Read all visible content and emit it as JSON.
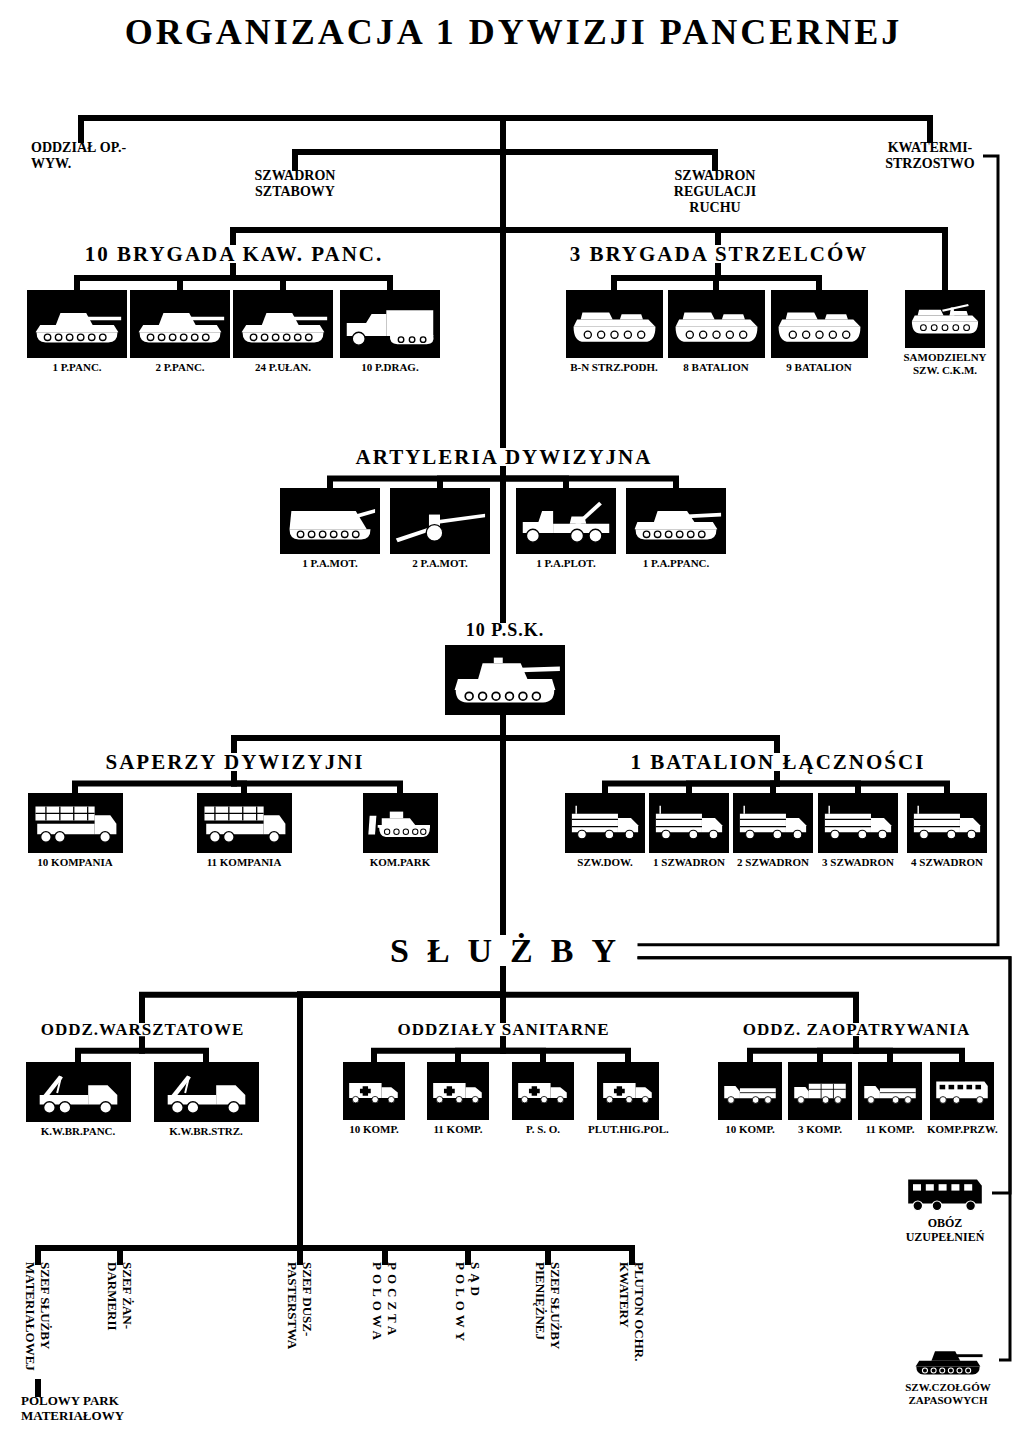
{
  "diagram": {
    "title": "ORGANIZACJA 1 DYWIZJI PANCERNEJ",
    "nodes": [
      {
        "text": [
          "ODDZIAŁ OP.-WYW."
        ]
      },
      {
        "text": [
          "SZWADRON SZTABOWY"
        ]
      },
      {
        "text": [
          "SZWADRON REGULACJI RUCHU"
        ]
      },
      {
        "text": [
          "KWATERMI- STRZOSTWO"
        ]
      },
      {
        "text": [
          "10 BRYGADA KAW. PANC."
        ]
      },
      {
        "text": [
          "1 P.PANC."
        ]
      },
      {
        "text": [
          "2 P.PANC."
        ]
      },
      {
        "text": [
          "24 P.UŁAN."
        ]
      },
      {
        "text": [
          "10 P.DRAG."
        ]
      },
      {
        "text": [
          "3 BRYGADA STRZELCÓW"
        ]
      },
      {
        "text": [
          "B-N STRZ.PODH."
        ]
      },
      {
        "text": [
          "8 BATALION"
        ]
      },
      {
        "text": [
          "9 BATALION"
        ]
      },
      {
        "text": [
          "SAMODZIELNY SZW. C.K.M."
        ]
      },
      {
        "text": [
          "ARTYLERIA DYWIZYJNA"
        ]
      },
      {
        "text": [
          "1 P.A.MOT."
        ]
      },
      {
        "text": [
          "2 P.A.MOT."
        ]
      },
      {
        "text": [
          "1 P.A.PLOT."
        ]
      },
      {
        "text": [
          "1 P.A.PPANC."
        ]
      },
      {
        "text": [
          "10 P.S.K."
        ]
      },
      {
        "text": [
          "SAPERZY DYWIZYJNI"
        ]
      },
      {
        "text": [
          "10 KOMPANIA"
        ]
      },
      {
        "text": [
          "11 KOMPANIA"
        ]
      },
      {
        "text": [
          "KOM.PARK"
        ]
      },
      {
        "text": [
          "1 BATALION ŁĄCZNOŚCI"
        ]
      },
      {
        "text": [
          "SZW.DOW."
        ]
      },
      {
        "text": [
          "1 SZWADRON"
        ]
      },
      {
        "text": [
          "2 SZWADRON"
        ]
      },
      {
        "text": [
          "3 SZWADRON"
        ]
      },
      {
        "text": [
          "4 SZWADRON"
        ]
      },
      {
        "text": [
          "SŁUŻBY"
        ]
      },
      {
        "text": [
          "ODDZ.WARSZTATOWE"
        ]
      },
      {
        "text": [
          "K.W.BR.PANC."
        ]
      },
      {
        "text": [
          "K.W.BR.STRZ."
        ]
      },
      {
        "text": [
          "ODDZIAŁY SANITARNE"
        ]
      },
      {
        "text": [
          "10 KOMP."
        ]
      },
      {
        "text": [
          "11 KOMP."
        ]
      },
      {
        "text": [
          "P. S. O."
        ]
      },
      {
        "text": [
          "PLUT.HIG.POL."
        ]
      },
      {
        "text": [
          "ODDZ. ZAOPATRYWANIA"
        ]
      },
      {
        "text": [
          "10 KOMP."
        ]
      },
      {
        "text": [
          "3 KOMP."
        ]
      },
      {
        "text": [
          "11 KOMP."
        ]
      },
      {
        "text": [
          "KOMP.PRZW."
        ]
      },
      {
        "text": [
          "OBÓZ UZUPEŁNIEŃ"
        ]
      },
      {
        "text": [
          "SZEF SŁUŻBY MATERIAŁOWEJ"
        ]
      },
      {
        "text": [
          "POLOWY PARK MATERIAŁOWY"
        ]
      },
      {
        "text": [
          "SZEF ŻAN- DARMERII"
        ]
      },
      {
        "text": [
          "SZEF DUSZ- PASTERSTWA"
        ]
      },
      {
        "text": [
          "POCZTA POLOWA"
        ]
      },
      {
        "text": [
          "SĄD POLOWY"
        ]
      },
      {
        "text": [
          "SZEF SŁUŻBY PIENIĘŻNEJ"
        ]
      },
      {
        "text": [
          "PLUTON OCHR. KWATERY"
        ]
      },
      {
        "text": [
          "SZW.CZOŁGÓW ZAPASOWYCH"
        ]
      }
    ],
    "edges": [
      {
        "from": 4,
        "to": 5,
        "arrow": "none"
      },
      {
        "from": 4,
        "to": 6,
        "arrow": "none"
      },
      {
        "from": 4,
        "to": 7,
        "arrow": "none"
      },
      {
        "from": 4,
        "to": 8,
        "arrow": "none"
      },
      {
        "from": 9,
        "to": 10,
        "arrow": "none"
      },
      {
        "from": 9,
        "to": 11,
        "arrow": "none"
      },
      {
        "from": 9,
        "to": 12,
        "arrow": "none"
      },
      {
        "from": 14,
        "to": 15,
        "arrow": "none"
      },
      {
        "from": 14,
        "to": 16,
        "arrow": "none"
      },
      {
        "from": 14,
        "to": 17,
        "arrow": "none"
      },
      {
        "from": 14,
        "to": 18,
        "arrow": "none"
      },
      {
        "from": 20,
        "to": 21,
        "arrow": "none"
      },
      {
        "from": 20,
        "to": 22,
        "arrow": "none"
      },
      {
        "from": 20,
        "to": 23,
        "arrow": "none"
      },
      {
        "from": 24,
        "to": 25,
        "arrow": "none"
      },
      {
        "from": 24,
        "to": 26,
        "arrow": "none"
      },
      {
        "from": 24,
        "to": 27,
        "arrow": "none"
      },
      {
        "from": 24,
        "to": 28,
        "arrow": "none"
      },
      {
        "from": 24,
        "to": 29,
        "arrow": "none"
      },
      {
        "from": 3,
        "to": 30,
        "arrow": "none"
      },
      {
        "from": 30,
        "to": 31,
        "arrow": "none"
      },
      {
        "from": 30,
        "to": 34,
        "arrow": "none"
      },
      {
        "from": 30,
        "to": 39,
        "arrow": "none"
      },
      {
        "from": 31,
        "to": 32,
        "arrow": "none"
      },
      {
        "from": 31,
        "to": 33,
        "arrow": "none"
      },
      {
        "from": 34,
        "to": 35,
        "arrow": "none"
      },
      {
        "from": 34,
        "to": 36,
        "arrow": "none"
      },
      {
        "from": 34,
        "to": 37,
        "arrow": "none"
      },
      {
        "from": 34,
        "to": 38,
        "arrow": "none"
      },
      {
        "from": 39,
        "to": 40,
        "arrow": "none"
      },
      {
        "from": 39,
        "to": 41,
        "arrow": "none"
      },
      {
        "from": 39,
        "to": 42,
        "arrow": "none"
      },
      {
        "from": 39,
        "to": 43,
        "arrow": "none"
      },
      {
        "from": 30,
        "to": 44,
        "arrow": "none"
      },
      {
        "from": 30,
        "to": 45,
        "arrow": "none"
      },
      {
        "from": 30,
        "to": 47,
        "arrow": "none"
      },
      {
        "from": 30,
        "to": 48,
        "arrow": "none"
      },
      {
        "from": 30,
        "to": 49,
        "arrow": "none"
      },
      {
        "from": 30,
        "to": 50,
        "arrow": "none"
      },
      {
        "from": 30,
        "to": 51,
        "arrow": "none"
      },
      {
        "from": 30,
        "to": 52,
        "arrow": "none"
      },
      {
        "from": 45,
        "to": 46,
        "arrow": "none"
      },
      {
        "from": 30,
        "to": 53,
        "arrow": "none"
      }
    ]
  }
}
